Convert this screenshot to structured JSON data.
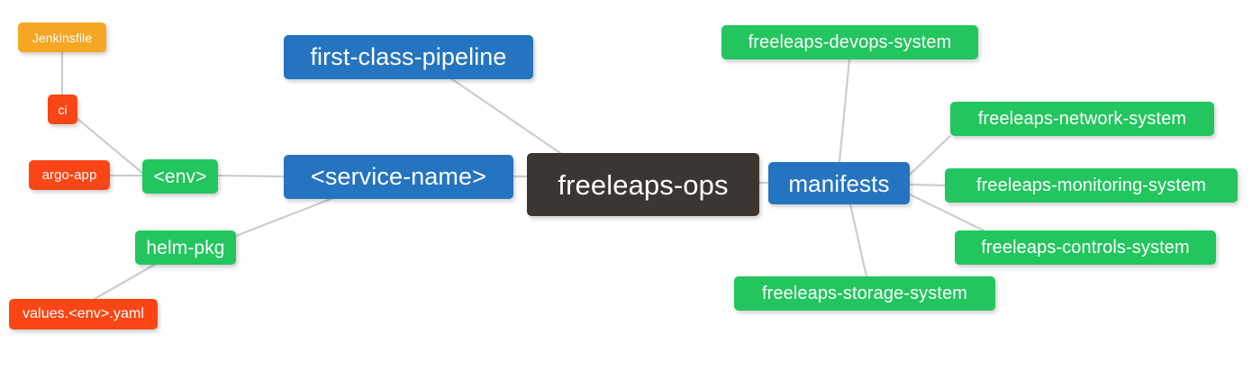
{
  "diagram": {
    "type": "mindmap",
    "title": "freeleaps-ops repository structure",
    "background": "#ffffff",
    "edge_color": "#cccccc",
    "palette": {
      "root": "#3b3631",
      "blue": "#2574c0",
      "green": "#22c55e",
      "orange": "#f5a623",
      "red": "#fa4616"
    }
  },
  "nodes": {
    "root": {
      "label": "freeleaps-ops",
      "color": "#3b3631"
    },
    "service_name": {
      "label": "<service-name>",
      "color": "#2574c0"
    },
    "first_class_pipeline": {
      "label": "first-class-pipeline",
      "color": "#2574c0"
    },
    "manifests": {
      "label": "manifests",
      "color": "#2574c0"
    },
    "env": {
      "label": "<env>",
      "color": "#22c55e"
    },
    "helm_pkg": {
      "label": "helm-pkg",
      "color": "#22c55e"
    },
    "jenkinsfile": {
      "label": "Jenkinsfile",
      "color": "#f5a623"
    },
    "ci": {
      "label": "ci",
      "color": "#fa4616"
    },
    "argo_app": {
      "label": "argo-app",
      "color": "#fa4616"
    },
    "values_yaml": {
      "label": "values.<env>.yaml",
      "color": "#fa4616"
    },
    "devops_system": {
      "label": "freeleaps-devops-system",
      "color": "#22c55e"
    },
    "network_system": {
      "label": "freeleaps-network-system",
      "color": "#22c55e"
    },
    "monitoring_system": {
      "label": "freeleaps-monitoring-system",
      "color": "#22c55e"
    },
    "controls_system": {
      "label": "freeleaps-controls-system",
      "color": "#22c55e"
    },
    "storage_system": {
      "label": "freeleaps-storage-system",
      "color": "#22c55e"
    }
  },
  "edges": [
    {
      "from": "root",
      "to": "service_name"
    },
    {
      "from": "root",
      "to": "first_class_pipeline"
    },
    {
      "from": "root",
      "to": "manifests"
    },
    {
      "from": "service_name",
      "to": "env"
    },
    {
      "from": "service_name",
      "to": "helm_pkg"
    },
    {
      "from": "env",
      "to": "ci"
    },
    {
      "from": "env",
      "to": "argo_app"
    },
    {
      "from": "ci",
      "to": "jenkinsfile"
    },
    {
      "from": "helm_pkg",
      "to": "values_yaml"
    },
    {
      "from": "manifests",
      "to": "devops_system"
    },
    {
      "from": "manifests",
      "to": "network_system"
    },
    {
      "from": "manifests",
      "to": "monitoring_system"
    },
    {
      "from": "manifests",
      "to": "controls_system"
    },
    {
      "from": "manifests",
      "to": "storage_system"
    }
  ]
}
